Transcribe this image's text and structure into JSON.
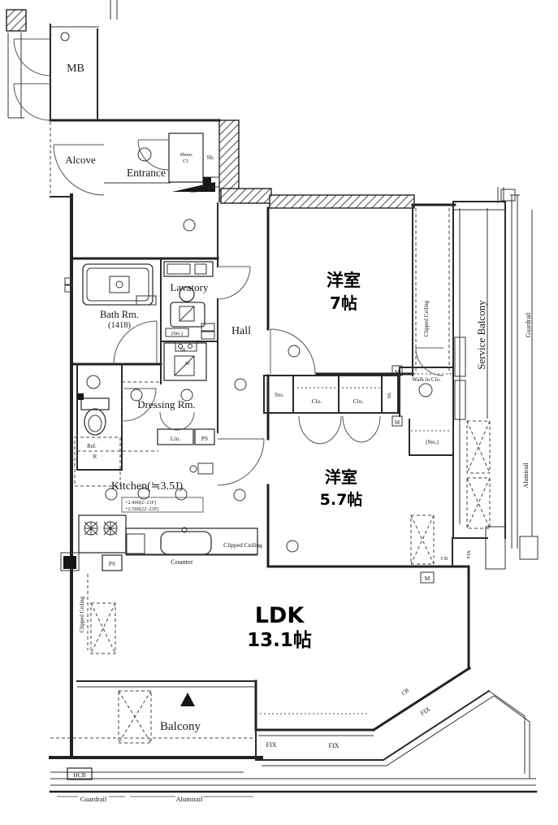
{
  "colors": {
    "line": "#222222",
    "background": "#ffffff"
  },
  "rooms": {
    "mb": "MB",
    "alcove": "Alcove",
    "entrance": "Entrance",
    "lavatory": "Lavatory",
    "bath_name": "Bath Rm.",
    "bath_size": "(1418)",
    "hall": "Hall",
    "dressing": "Dressing Rm.",
    "west7_name": "洋室",
    "west7_size": "7帖",
    "west57_name": "洋室",
    "west57_size": "5.7帖",
    "kitchen": "Kitchen(≒3.5J)",
    "ldk_name": "LDK",
    "ldk_size": "13.1帖",
    "balcony": "Balcony",
    "service_balcony": "Service Balcony"
  },
  "storage": {
    "shoes_line1": "Shoes",
    "shoes_line2": "Cl.",
    "sh": "Sh.",
    "sto": "Sto.",
    "clo": "Clo.",
    "walk_in": "Walk in Clo.",
    "sto_paren": "(Sto.)",
    "lin": "Lin."
  },
  "annotations": {
    "counter": "Counter",
    "clipped": "Clipped Ceiling",
    "ch1": "+2.400(2~21F)",
    "ch2": "+2.500(22~23F)",
    "guardrail": "Guardrail",
    "alumirail": "Alumirail",
    "fix": "FIX",
    "cb": "CB",
    "ps": "PS",
    "hcb": "HCB",
    "m": "M",
    "w": "W",
    "sk": "Sk.",
    "ref": "Ref.",
    "r": "R"
  }
}
